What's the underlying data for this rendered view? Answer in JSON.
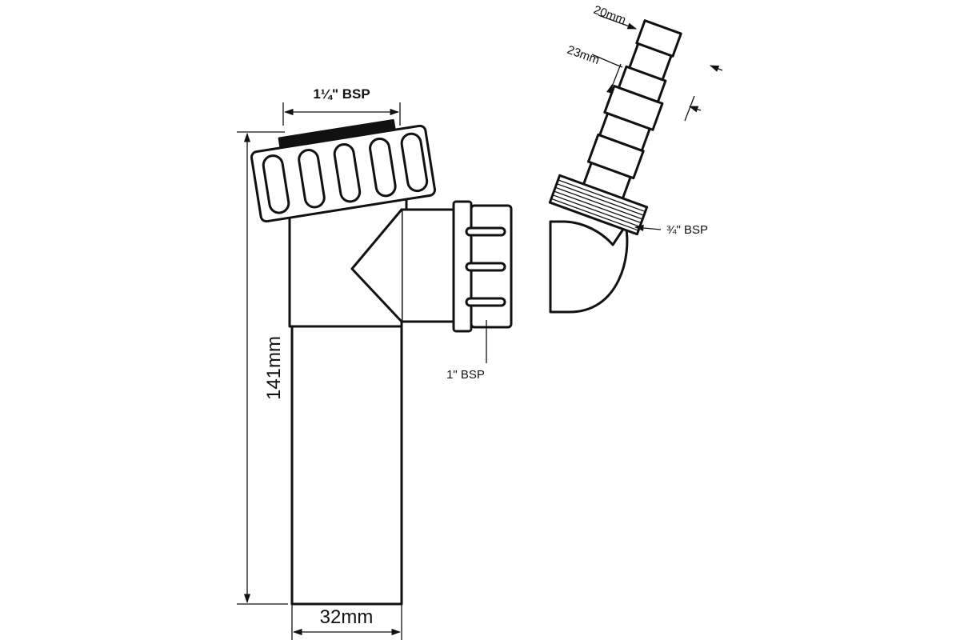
{
  "dimensions": {
    "outlet_thread": "1¼\" BSP",
    "height": "141mm",
    "pipe_diameter": "32mm",
    "side_thread": "1\" BSP",
    "hose_thread": "¾\" BSP",
    "hose_min": "20mm",
    "hose_max": "23mm"
  },
  "colors": {
    "line": "#111111",
    "background": "#ffffff"
  }
}
